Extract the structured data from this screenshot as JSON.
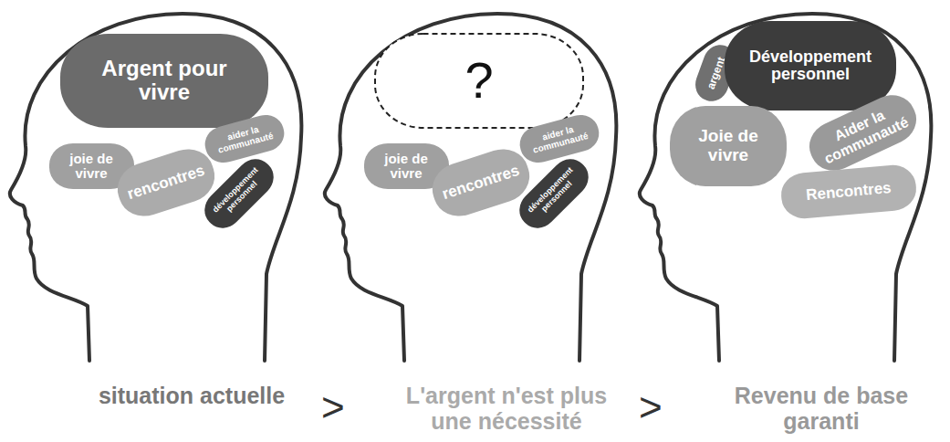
{
  "diagram": {
    "nodes": [
      {
        "text": [
          "situation actuelle"
        ]
      },
      {
        "text": [
          "Argent pour vivre"
        ],
        "in": 0
      },
      {
        "text": [
          "joie de vivre"
        ],
        "in": 0
      },
      {
        "text": [
          "rencontres"
        ],
        "in": 0
      },
      {
        "text": [
          "aider la communauté"
        ],
        "in": 0
      },
      {
        "text": [
          "développement personnel"
        ],
        "in": 0
      },
      {
        "text": [
          "L'argent n'est plus une nécessité"
        ]
      },
      {
        "text": [
          "?"
        ],
        "in": 6
      },
      {
        "text": [
          "joie de vivre"
        ],
        "in": 6
      },
      {
        "text": [
          "rencontres"
        ],
        "in": 6
      },
      {
        "text": [
          "aider la communauté"
        ],
        "in": 6
      },
      {
        "text": [
          "développement personnel"
        ],
        "in": 6
      },
      {
        "text": [
          "Revenu de base garanti"
        ]
      },
      {
        "text": [
          "argent"
        ],
        "in": 12
      },
      {
        "text": [
          "Développement personnel"
        ],
        "in": 12
      },
      {
        "text": [
          "Joie de vivre"
        ],
        "in": 12
      },
      {
        "text": [
          "Aider la communauté"
        ],
        "in": 12
      },
      {
        "text": [
          "Rencontres"
        ],
        "in": 12
      }
    ],
    "labels": [
      ">",
      ">"
    ]
  }
}
